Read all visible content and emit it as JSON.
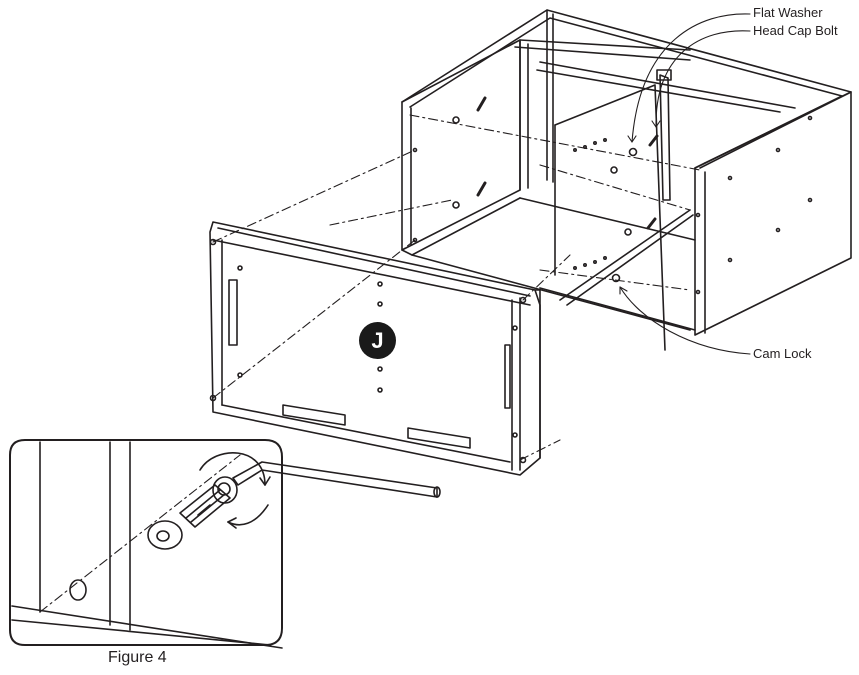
{
  "callouts": {
    "flat_washer": "Flat Washer",
    "head_cap_bolt": "Head Cap Bolt",
    "cam_lock": "Cam Lock"
  },
  "panel_label": "J",
  "figure_caption": "Figure 4",
  "colors": {
    "line": "#231f20",
    "badge": "#1a1a1a",
    "background": "#ffffff"
  }
}
